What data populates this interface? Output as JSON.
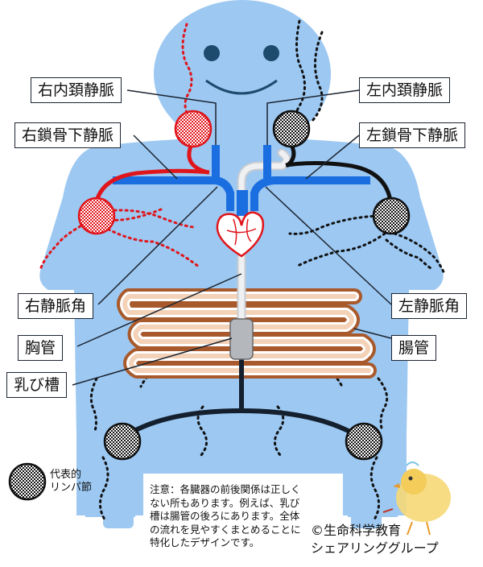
{
  "labels": {
    "right_internal_jugular": "右内頚静脈",
    "left_internal_jugular": "左内頚静脈",
    "right_subclavian": "右鎖骨下静脈",
    "left_subclavian": "左鎖骨下静脈",
    "right_venous_angle": "右静脈角",
    "left_venous_angle": "左静脈角",
    "thoracic_duct": "胸管",
    "intestine": "腸管",
    "cisterna_chyli": "乳び槽"
  },
  "legend": {
    "text": "代表的\nリンパ節"
  },
  "note": {
    "text": "注意：各臓器の前後関係は正しく\nない所もあります。例えば、乳び\n槽は腸管の後ろにあります。全体\nの流れを見やすくまとめることに\n特化したデザインです。"
  },
  "copyright": {
    "text": "©生命科学教育\nシェアリンググループ"
  },
  "colors": {
    "body": "#9cc8f2",
    "vein": "#1a6ee0",
    "thoracic_duct": "#e9eaec",
    "right_lymph": "#e0151b",
    "left_lymph": "#111111",
    "intestine": "#a95a2c",
    "lymph_trunk": "#14202e"
  }
}
